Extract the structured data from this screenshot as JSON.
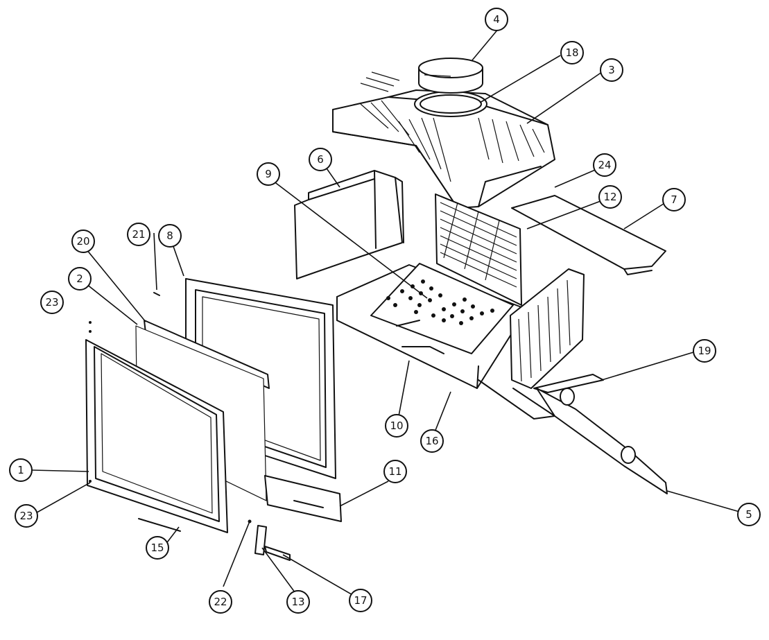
{
  "callouts": [
    {
      "id": "1",
      "label": "1"
    },
    {
      "id": "2",
      "label": "2"
    },
    {
      "id": "3",
      "label": "3"
    },
    {
      "id": "4",
      "label": "4"
    },
    {
      "id": "5",
      "label": "5"
    },
    {
      "id": "6",
      "label": "6"
    },
    {
      "id": "7",
      "label": "7"
    },
    {
      "id": "8",
      "label": "8"
    },
    {
      "id": "9",
      "label": "9"
    },
    {
      "id": "10",
      "label": "10"
    },
    {
      "id": "11",
      "label": "11"
    },
    {
      "id": "12",
      "label": "12"
    },
    {
      "id": "13",
      "label": "13"
    },
    {
      "id": "15",
      "label": "15"
    },
    {
      "id": "16",
      "label": "16"
    },
    {
      "id": "17",
      "label": "17"
    },
    {
      "id": "18",
      "label": "18"
    },
    {
      "id": "19",
      "label": "19"
    },
    {
      "id": "20",
      "label": "20"
    },
    {
      "id": "21",
      "label": "21"
    },
    {
      "id": "22",
      "label": "22"
    },
    {
      "id": "23a",
      "label": "23"
    },
    {
      "id": "23b",
      "label": "23"
    },
    {
      "id": "24",
      "label": "24"
    }
  ]
}
